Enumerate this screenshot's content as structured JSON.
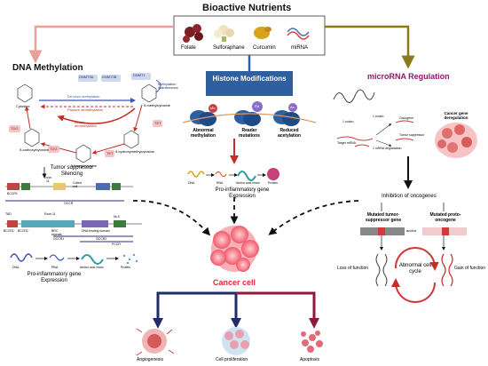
{
  "header": {
    "title": "Bioactive Nutrients"
  },
  "nutrients": [
    {
      "label": "Folate",
      "color": "#7a1e22"
    },
    {
      "label": "Sulforaphane",
      "color": "#e6d8b0"
    },
    {
      "label": "Curcumin",
      "color": "#d9a21b"
    },
    {
      "label": "miRNA",
      "color": "#4a6fb0"
    }
  ],
  "panels": {
    "dna": {
      "title": "DNA Methylation",
      "enzymes": [
        "DNMT3A",
        "DNMT3B",
        "DNMT1"
      ],
      "denovo": "De novo methylation",
      "passive": "Passive demethylation",
      "maintenance": "Methylation maintenance",
      "active": "Active demethylation",
      "cytosine": "Cytosine",
      "mc": "5-methylcytosine",
      "caC": "5-carboxylcytosine",
      "fC": "5-formylcytosine",
      "hmC": "5-hydroxymethylcytosine",
      "tdg": "TDG",
      "tet": "TET",
      "silencing": "Tumor suppressor Silencing",
      "gene_labels": [
        "Exon",
        "11",
        "Coiled coil",
        "BCCR1",
        "OCCR",
        "Exon 11",
        "TAD",
        "BRC repeats",
        "DNA binding domain",
        "NLS",
        "OCCR1",
        "OCCR2",
        "PCCR",
        "BCCR1'",
        "BCCR1'"
      ],
      "flow": [
        "DNA",
        "RNA",
        "Amino acid chain",
        "Protein"
      ],
      "expression": "Pro-inflammatory gene Expression"
    },
    "histone": {
      "title": "Histone Modifications",
      "labels": [
        "Abnormal methylation",
        "Reader mutations",
        "Reduced acetylation"
      ],
      "marks": [
        "Me",
        "Rd",
        "Ac"
      ],
      "flow": [
        "DNA",
        "RNA",
        "Amino acid chain",
        "Protein"
      ],
      "expression": "Pro-inflammatory gene Expression"
    },
    "mirna": {
      "title": "microRNA Regulation",
      "cancer_gene": "Cancer gene deregulation",
      "labels": [
        "1 codon",
        "1 codon",
        "Target mRNA",
        "Oncogene",
        "Tumor suppressor",
        "1 mRNA degradation"
      ],
      "inhibition": "Inhibition of oncogenes",
      "mutated_ts": "Mutated tumor-suppressor gene",
      "and_or": "and/or",
      "mutated_onc": "Mutated proto-oncogene",
      "loss": "Loss of function",
      "cycle": "Abnormal cell cycle",
      "gain": "Gain of function"
    }
  },
  "center": {
    "label": "Cancer cell"
  },
  "outcomes": [
    {
      "label": "Angiogenesis"
    },
    {
      "label": "Cell proliferation"
    },
    {
      "label": "Apoptosis"
    }
  ],
  "colors": {
    "dna_arrow": "#e8a09a",
    "mirna_arrow": "#8a7a1a",
    "histone_box": "#2f5f9e",
    "red_arrow": "#c62d28",
    "cancer": "#e8243a",
    "arrow_navy": "#1f2d6b",
    "arrow_maroon": "#8e1a3b",
    "mirna_title": "#8e1a6e"
  }
}
